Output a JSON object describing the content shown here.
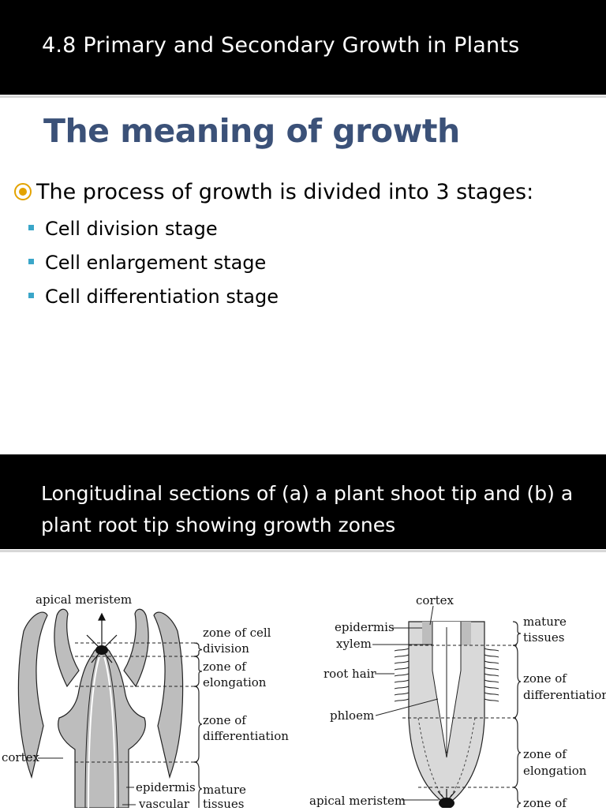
{
  "slide1": {
    "header": "4.8 Primary and Secondary Growth in Plants",
    "title": "The meaning of growth",
    "main_bullet": "The process of growth is divided into 3 stages:",
    "sub_bullets": [
      "Cell division stage",
      "Cell enlargement stage",
      "Cell differentiation stage"
    ],
    "accent_color": "#e3a300",
    "title_color": "#3b5178"
  },
  "slide2": {
    "header": "Longitudinal sections of (a) a plant shoot tip and (b) a plant root tip showing growth zones",
    "shoot_labels": {
      "apical_meristem": "apical meristem",
      "zone_cell_division_1": "zone of cell",
      "zone_cell_division_2": "division",
      "zone_elongation_1": "zone of",
      "zone_elongation_2": "elongation",
      "zone_differentiation_1": "zone of",
      "zone_differentiation_2": "differentiation",
      "cortex": "cortex",
      "epidermis": "epidermis",
      "vascular": "vascular",
      "mature_1": "mature",
      "mature_2": "tissues"
    },
    "root_labels": {
      "cortex": "cortex",
      "epidermis": "epidermis",
      "xylem": "xylem",
      "root_hair": "root hair",
      "phloem": "phloem",
      "apical_meristem": "apical meristem",
      "mature_1": "mature",
      "mature_2": "tissues",
      "zone_differentiation_1": "zone of",
      "zone_differentiation_2": "differentiation",
      "zone_elongation_1": "zone of",
      "zone_elongation_2": "elongation",
      "zone_of": "zone of"
    }
  }
}
